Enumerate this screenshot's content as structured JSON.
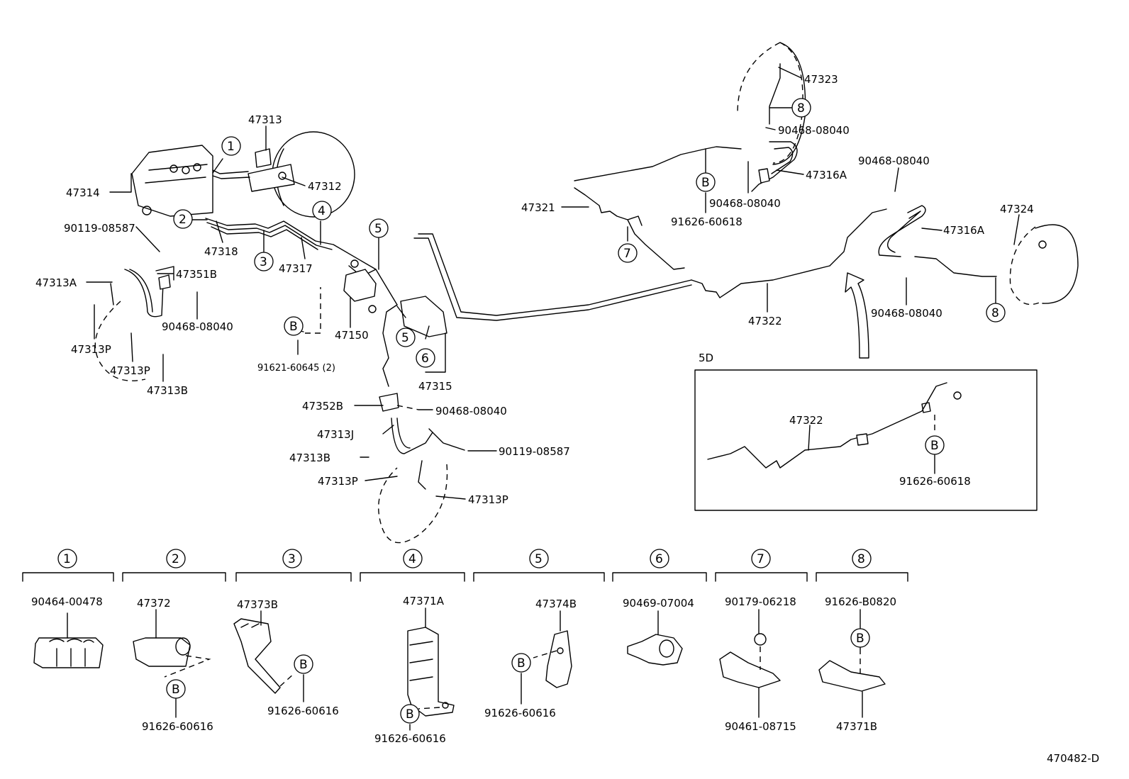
{
  "labels": {
    "p47313": "47313",
    "p47312": "47312",
    "p47314": "47314",
    "p90119_08587_a": "90119-08587",
    "p47318": "47318",
    "p47317": "47317",
    "p47313A": "47313A",
    "p47351B": "47351B",
    "p90468_08040_a": "90468-08040",
    "p47313P_a": "47313P",
    "p47313P_b": "47313P",
    "p47313B_a": "47313B",
    "p47150": "47150",
    "p91621_60645": "91621-60645 (2)",
    "p47315": "47315",
    "p47352B": "47352B",
    "p90468_08040_b": "90468-08040",
    "p47313J": "47313J",
    "p90119_08587_b": "90119-08587",
    "p47313B_b": "47313B",
    "p47313P_c": "47313P",
    "p47313P_d": "47313P",
    "p47321": "47321",
    "p91626_60618_a": "91626-60618",
    "p90468_08040_c": "90468-08040",
    "p47316A_a": "47316A",
    "p90468_08040_d": "90468-08040",
    "p47323": "47323",
    "p90468_08040_e": "90468-08040",
    "p47316A_b": "47316A",
    "p47324": "47324",
    "p47322": "47322",
    "p90468_08040_f": "90468-08040",
    "inset_title": "5D",
    "inset_47322": "47322",
    "inset_91626_60618": "91626-60618",
    "d1_part": "90464-00478",
    "d2_part": "47372",
    "d2_bolt": "91626-60616",
    "d3_part": "47373B",
    "d3_bolt": "91626-60616",
    "d4_part": "47371A",
    "d4_bolt": "91626-60616",
    "d5_part": "47374B",
    "d5_bolt": "91626-60616",
    "d6_part": "90469-07004",
    "d7_part": "90179-06218",
    "d7_bolt": "90461-08715",
    "d8_part": "91626-B0820",
    "d8_bolt": "47371B",
    "diagram_code": "470482-D"
  },
  "callouts": {
    "c1": "1",
    "c2": "2",
    "c3": "3",
    "c4": "4",
    "c5": "5",
    "c6": "6",
    "c7": "7",
    "c8": "8",
    "b": "B"
  }
}
